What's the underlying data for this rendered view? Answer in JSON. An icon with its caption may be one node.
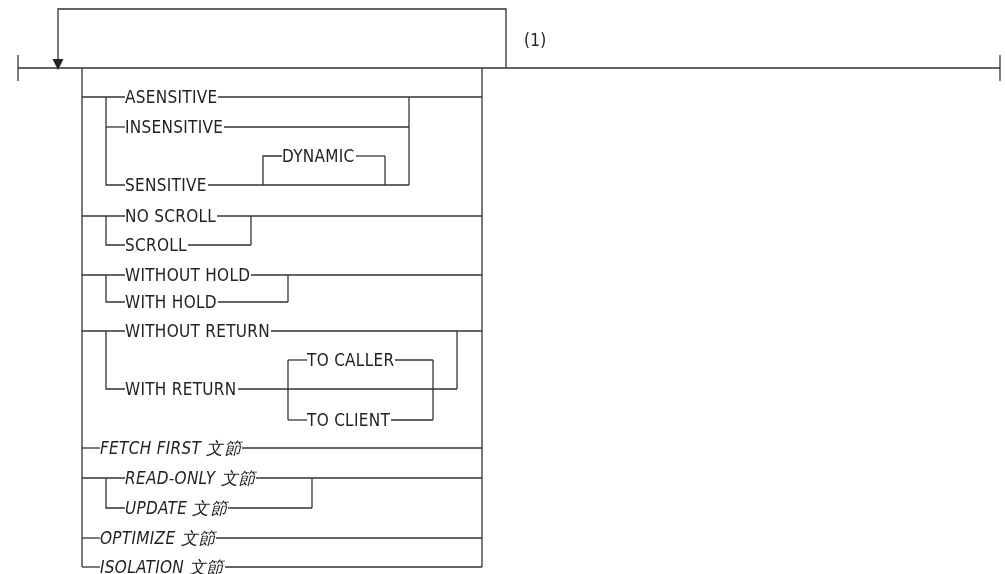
{
  "diagram": {
    "labels": [
      "(1)",
      "ASENSITIVE",
      "INSENSITIVE",
      "DYNAMIC",
      "SENSITIVE",
      "NO SCROLL",
      "SCROLL",
      "WITHOUT HOLD",
      "WITH HOLD",
      "WITHOUT RETURN",
      "TO CALLER",
      "WITH RETURN",
      "TO CLIENT",
      "FETCH FIRST 文節",
      "READ-ONLY 文節",
      "UPDATE 文節",
      "OPTIMIZE 文節",
      "ISOLATION 文節"
    ]
  }
}
